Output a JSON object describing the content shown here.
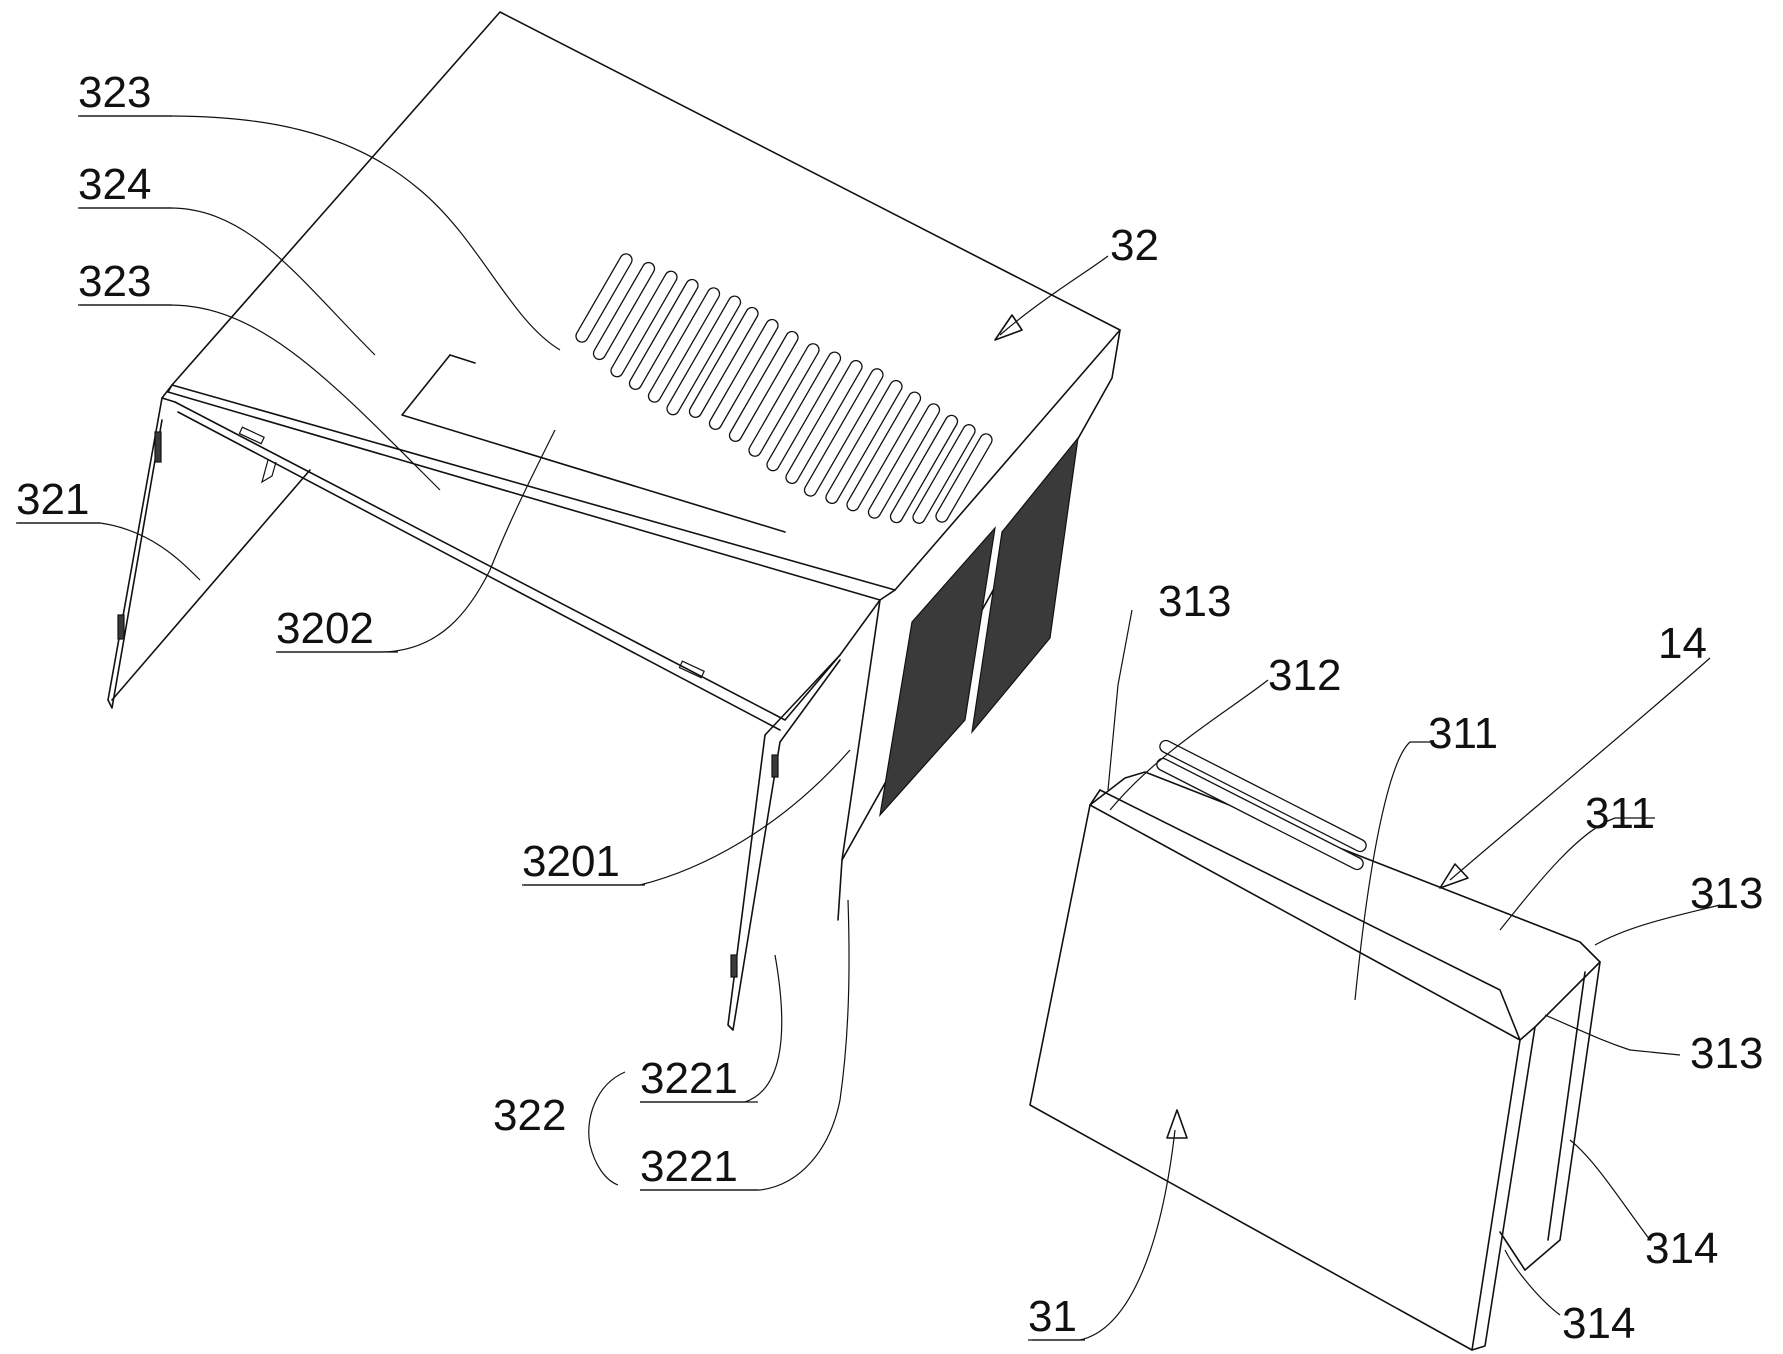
{
  "labels": {
    "l323a": "323",
    "l324": "324",
    "l323b": "323",
    "l321": "321",
    "l3202": "3202",
    "l32": "32",
    "l3201": "3201",
    "l322": "322",
    "l3221a": "3221",
    "l3221b": "3221",
    "l313a": "313",
    "l312": "312",
    "l311a": "311",
    "l14": "14",
    "l311b": "311",
    "l313b": "313",
    "l313c": "313",
    "l314a": "314",
    "l314b": "314",
    "l31": "31"
  }
}
